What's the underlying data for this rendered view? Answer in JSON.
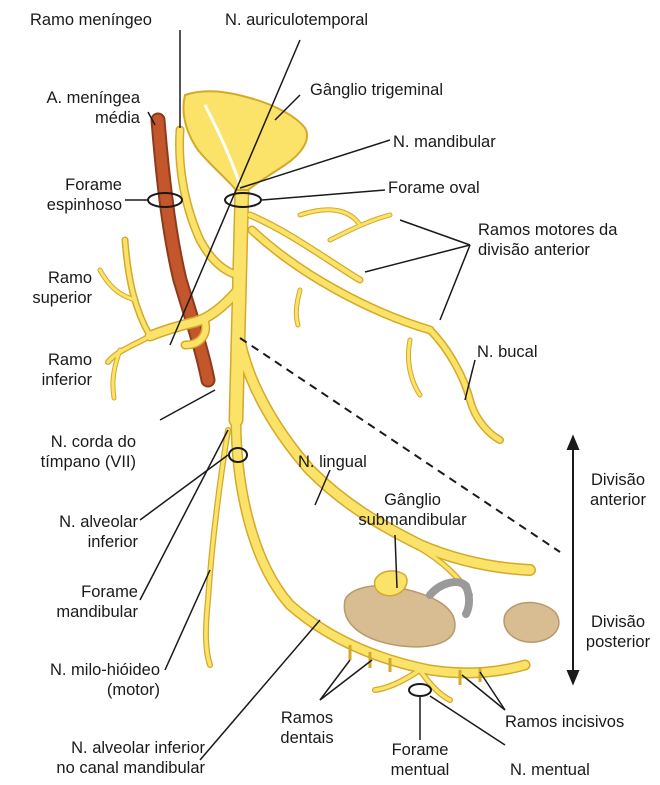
{
  "colors": {
    "nerve": "#fbe36a",
    "nerve_stroke": "#d4a92a",
    "artery": "#c4562c",
    "gland": "#d9bd92",
    "vessel_gray": "#9a9a9a",
    "leader": "#1a1a1a"
  },
  "labels": {
    "ramo_meningeo": "Ramo meníngeo",
    "n_auriculotemporal": "N. auriculotemporal",
    "a_meningea_l1": "A. meníngea",
    "a_meningea_l2": "média",
    "ganglio_trigeminal": "Gânglio trigeminal",
    "n_mandibular": "N. mandibular",
    "forame_espinhoso_l1": "Forame",
    "forame_espinhoso_l2": "espinhoso",
    "forame_oval": "Forame oval",
    "ramos_motores_l1": "Ramos motores da",
    "ramos_motores_l2": "divisão anterior",
    "ramo_superior_l1": "Ramo",
    "ramo_superior_l2": "superior",
    "n_bucal": "N. bucal",
    "ramo_inferior_l1": "Ramo",
    "ramo_inferior_l2": "inferior",
    "n_corda_l1": "N. corda do",
    "n_corda_l2": "tímpano (VII)",
    "n_lingual": "N. lingual",
    "divisao_anterior_l1": "Divisão",
    "divisao_anterior_l2": "anterior",
    "n_alveolar_l1": "N. alveolar",
    "n_alveolar_l2": "inferior",
    "ganglio_sub_l1": "Gânglio",
    "ganglio_sub_l2": "submandibular",
    "forame_mand_l1": "Forame",
    "forame_mand_l2": "mandibular",
    "divisao_posterior_l1": "Divisão",
    "divisao_posterior_l2": "posterior",
    "n_milo_l1": "N. milo-hióideo",
    "n_milo_l2": "(motor)",
    "ramos_dentais_l1": "Ramos",
    "ramos_dentais_l2": "dentais",
    "ramos_incisivos": "Ramos incisivos",
    "n_alv_canal_l1": "N. alveolar inferior",
    "n_alv_canal_l2": "no canal mandibular",
    "forame_mentual_l1": "Forame",
    "forame_mentual_l2": "mentual",
    "n_mentual": "N. mentual"
  }
}
